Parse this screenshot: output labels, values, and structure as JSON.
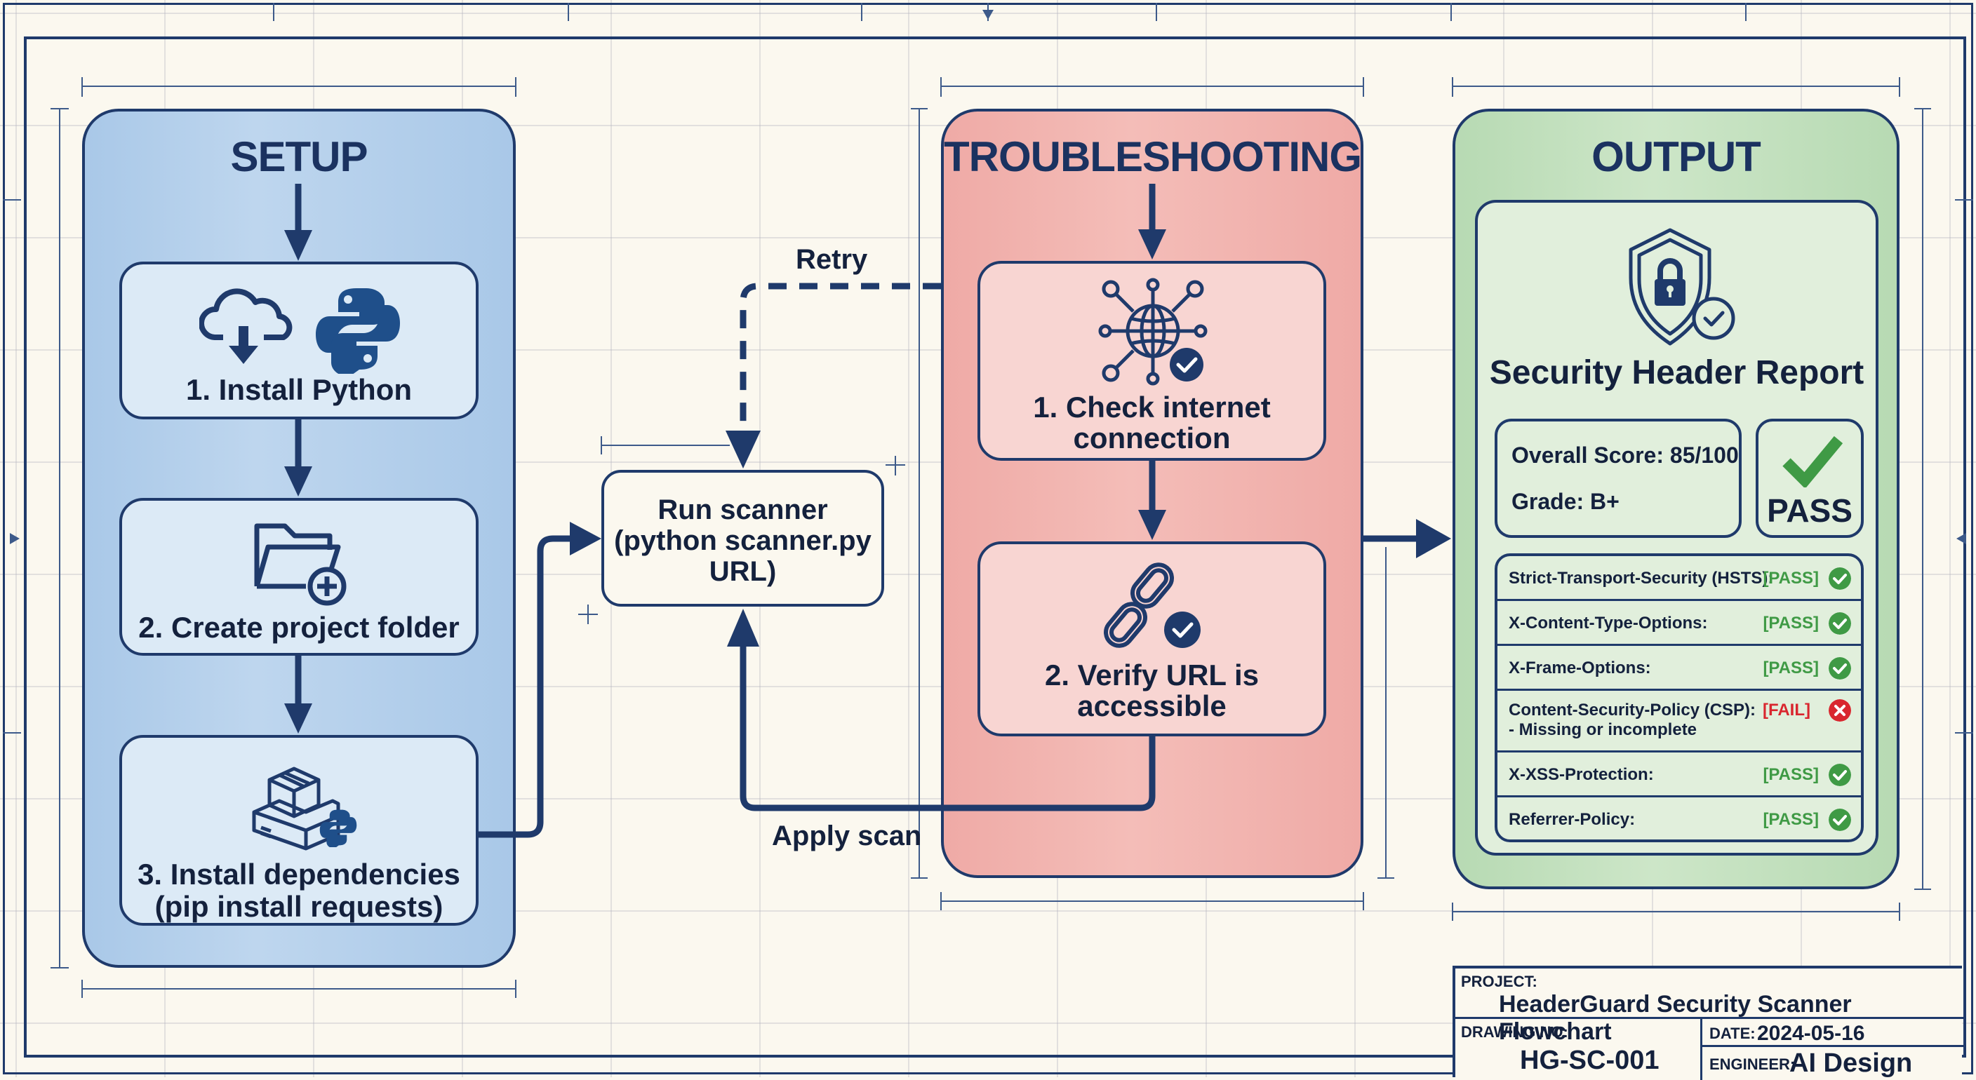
{
  "colors": {
    "ink": "#1f3a6b",
    "text": "#14213d",
    "setup_panel": "#bed6ee",
    "troubleshooting_panel": "#f4bdb8",
    "output_panel": "#cde6c8",
    "pass_green": "#3f9a45",
    "fail_red": "#d9262e",
    "background": "#fbf8ef"
  },
  "setup": {
    "title": "SETUP",
    "steps": [
      {
        "label": "1. Install Python",
        "icons": [
          "cloud-download-icon",
          "python-logo-icon"
        ]
      },
      {
        "label": "2. Create project folder",
        "icons": [
          "folder-plus-icon"
        ]
      },
      {
        "label_line1": "3. Install dependencies",
        "label_line2": "(pip install requests)",
        "icons": [
          "package-boxes-icon",
          "python-logo-icon"
        ]
      }
    ]
  },
  "run_scanner": {
    "line1": "Run scanner",
    "line2": "(python scanner.py",
    "line3": "URL)"
  },
  "connectors": {
    "retry_label": "Retry",
    "apply_scan_label": "Apply scan"
  },
  "troubleshooting": {
    "title": "TROUBLESHOOTING",
    "steps": [
      {
        "label_line1": "1. Check internet",
        "label_line2": "connection",
        "icon": "globe-network-check-icon"
      },
      {
        "label_line1": "2. Verify URL is",
        "label_line2": "accessible",
        "icon": "link-check-icon"
      }
    ]
  },
  "output": {
    "title": "OUTPUT",
    "report": {
      "title": "Security Header Report",
      "icon": "shield-lock-check-icon",
      "overall_score": "Overall Score: 85/100",
      "grade": "Grade: B+",
      "verdict": "PASS",
      "checks": [
        {
          "name": "Strict-Transport-Security (HSTS):",
          "status": "[PASS]",
          "result": "pass"
        },
        {
          "name": "X-Content-Type-Options:",
          "status": "[PASS]",
          "result": "pass"
        },
        {
          "name": "X-Frame-Options:",
          "status": "[PASS]",
          "result": "pass"
        },
        {
          "name": "Content-Security-Policy (CSP):",
          "note": "- Missing or incomplete",
          "status": "[FAIL]",
          "result": "fail"
        },
        {
          "name": "X-XSS-Protection:",
          "status": "[PASS]",
          "result": "pass"
        },
        {
          "name": "Referrer-Policy:",
          "status": "[PASS]",
          "result": "pass"
        }
      ]
    }
  },
  "title_block": {
    "project_key": "PROJECT:",
    "project_value": "HeaderGuard Security Scanner Flowchart",
    "drawing_no_key": "DRAWING NO:",
    "drawing_no_value": "HG-SC-001",
    "date_key": "DATE:",
    "date_value": "2024-05-16",
    "engineer_key": "ENGINEER:",
    "engineer_value": "AI Design"
  }
}
